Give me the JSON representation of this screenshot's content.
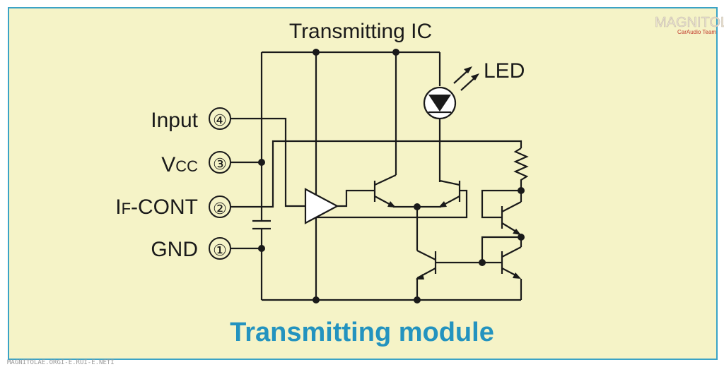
{
  "ic_title": "Transmitting IC",
  "led_label": "LED",
  "pins": [
    {
      "number": "④",
      "name": "Input"
    },
    {
      "number": "③",
      "name_main": "V",
      "name_sub": "CC"
    },
    {
      "number": "②",
      "name_main": "I",
      "name_sub": "F",
      "name_rest": "-CONT"
    },
    {
      "number": "①",
      "name": "GND"
    }
  ],
  "module_title": "Transmitting module",
  "watermark": {
    "brand": "MAGNITOLA",
    "sub": "CarAudio Team"
  },
  "footer": "MAGNITOLAE.ORGI-E.RUI-E.NETI",
  "colors": {
    "panel": "#f5f3c7",
    "border": "#3aa3c6",
    "title": "#2393bf",
    "ink": "#1a1a1a"
  }
}
